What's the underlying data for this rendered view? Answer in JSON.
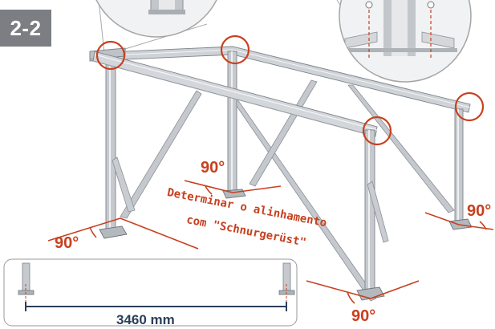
{
  "step": {
    "label": "2-2"
  },
  "angles": {
    "back_center": "90°",
    "back_right": "90°",
    "front_left": "90°",
    "front_right": "90°"
  },
  "note": {
    "line1": "Determinar o alinhamento",
    "line2": "com \"Schnurgerüst\""
  },
  "dimension": {
    "span": "3460 mm"
  },
  "colors": {
    "accent": "#c8401f",
    "badge": "#7b7e82",
    "dimension": "#2b3f5a",
    "metal": "#b9bec4",
    "metal_edge": "#7d838a"
  }
}
